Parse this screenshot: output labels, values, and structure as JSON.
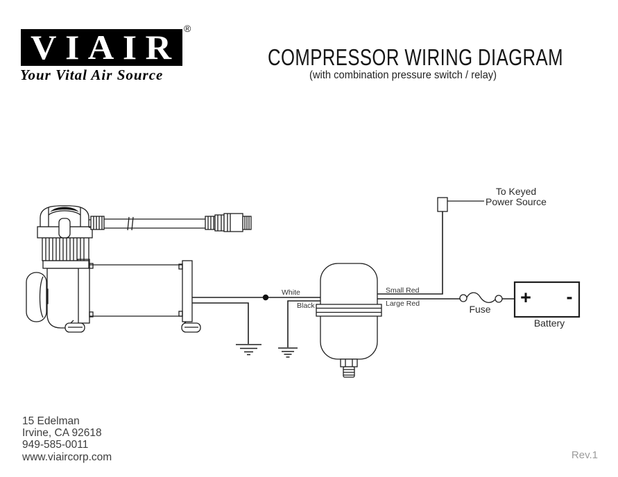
{
  "colors": {
    "line": "#1e1e1e",
    "logo_background": "#000000",
    "logo_text": "#ffffff",
    "revision_text": "#9c9c9c"
  },
  "header": {
    "logo": {
      "brand": "VIAIR",
      "registered_mark": "®",
      "tagline": "Your Vital Air Source"
    },
    "title": "COMPRESSOR WIRING DIAGRAM",
    "subtitle": "(with combination pressure switch / relay)"
  },
  "diagram": {
    "wire_labels": {
      "white": "White",
      "black": "Black",
      "small_red": "Small Red",
      "large_red": "Large Red"
    },
    "component_labels": {
      "fuse": "Fuse",
      "battery": "Battery",
      "battery_positive": "+",
      "battery_negative": "-",
      "keyed_power_line1": "To Keyed",
      "keyed_power_line2": "Power Source"
    }
  },
  "footer": {
    "address_line1": "15 Edelman",
    "address_line2": "Irvine, CA 92618",
    "phone": "949-585-0011",
    "website": "www.viaircorp.com",
    "revision": "Rev.1"
  }
}
